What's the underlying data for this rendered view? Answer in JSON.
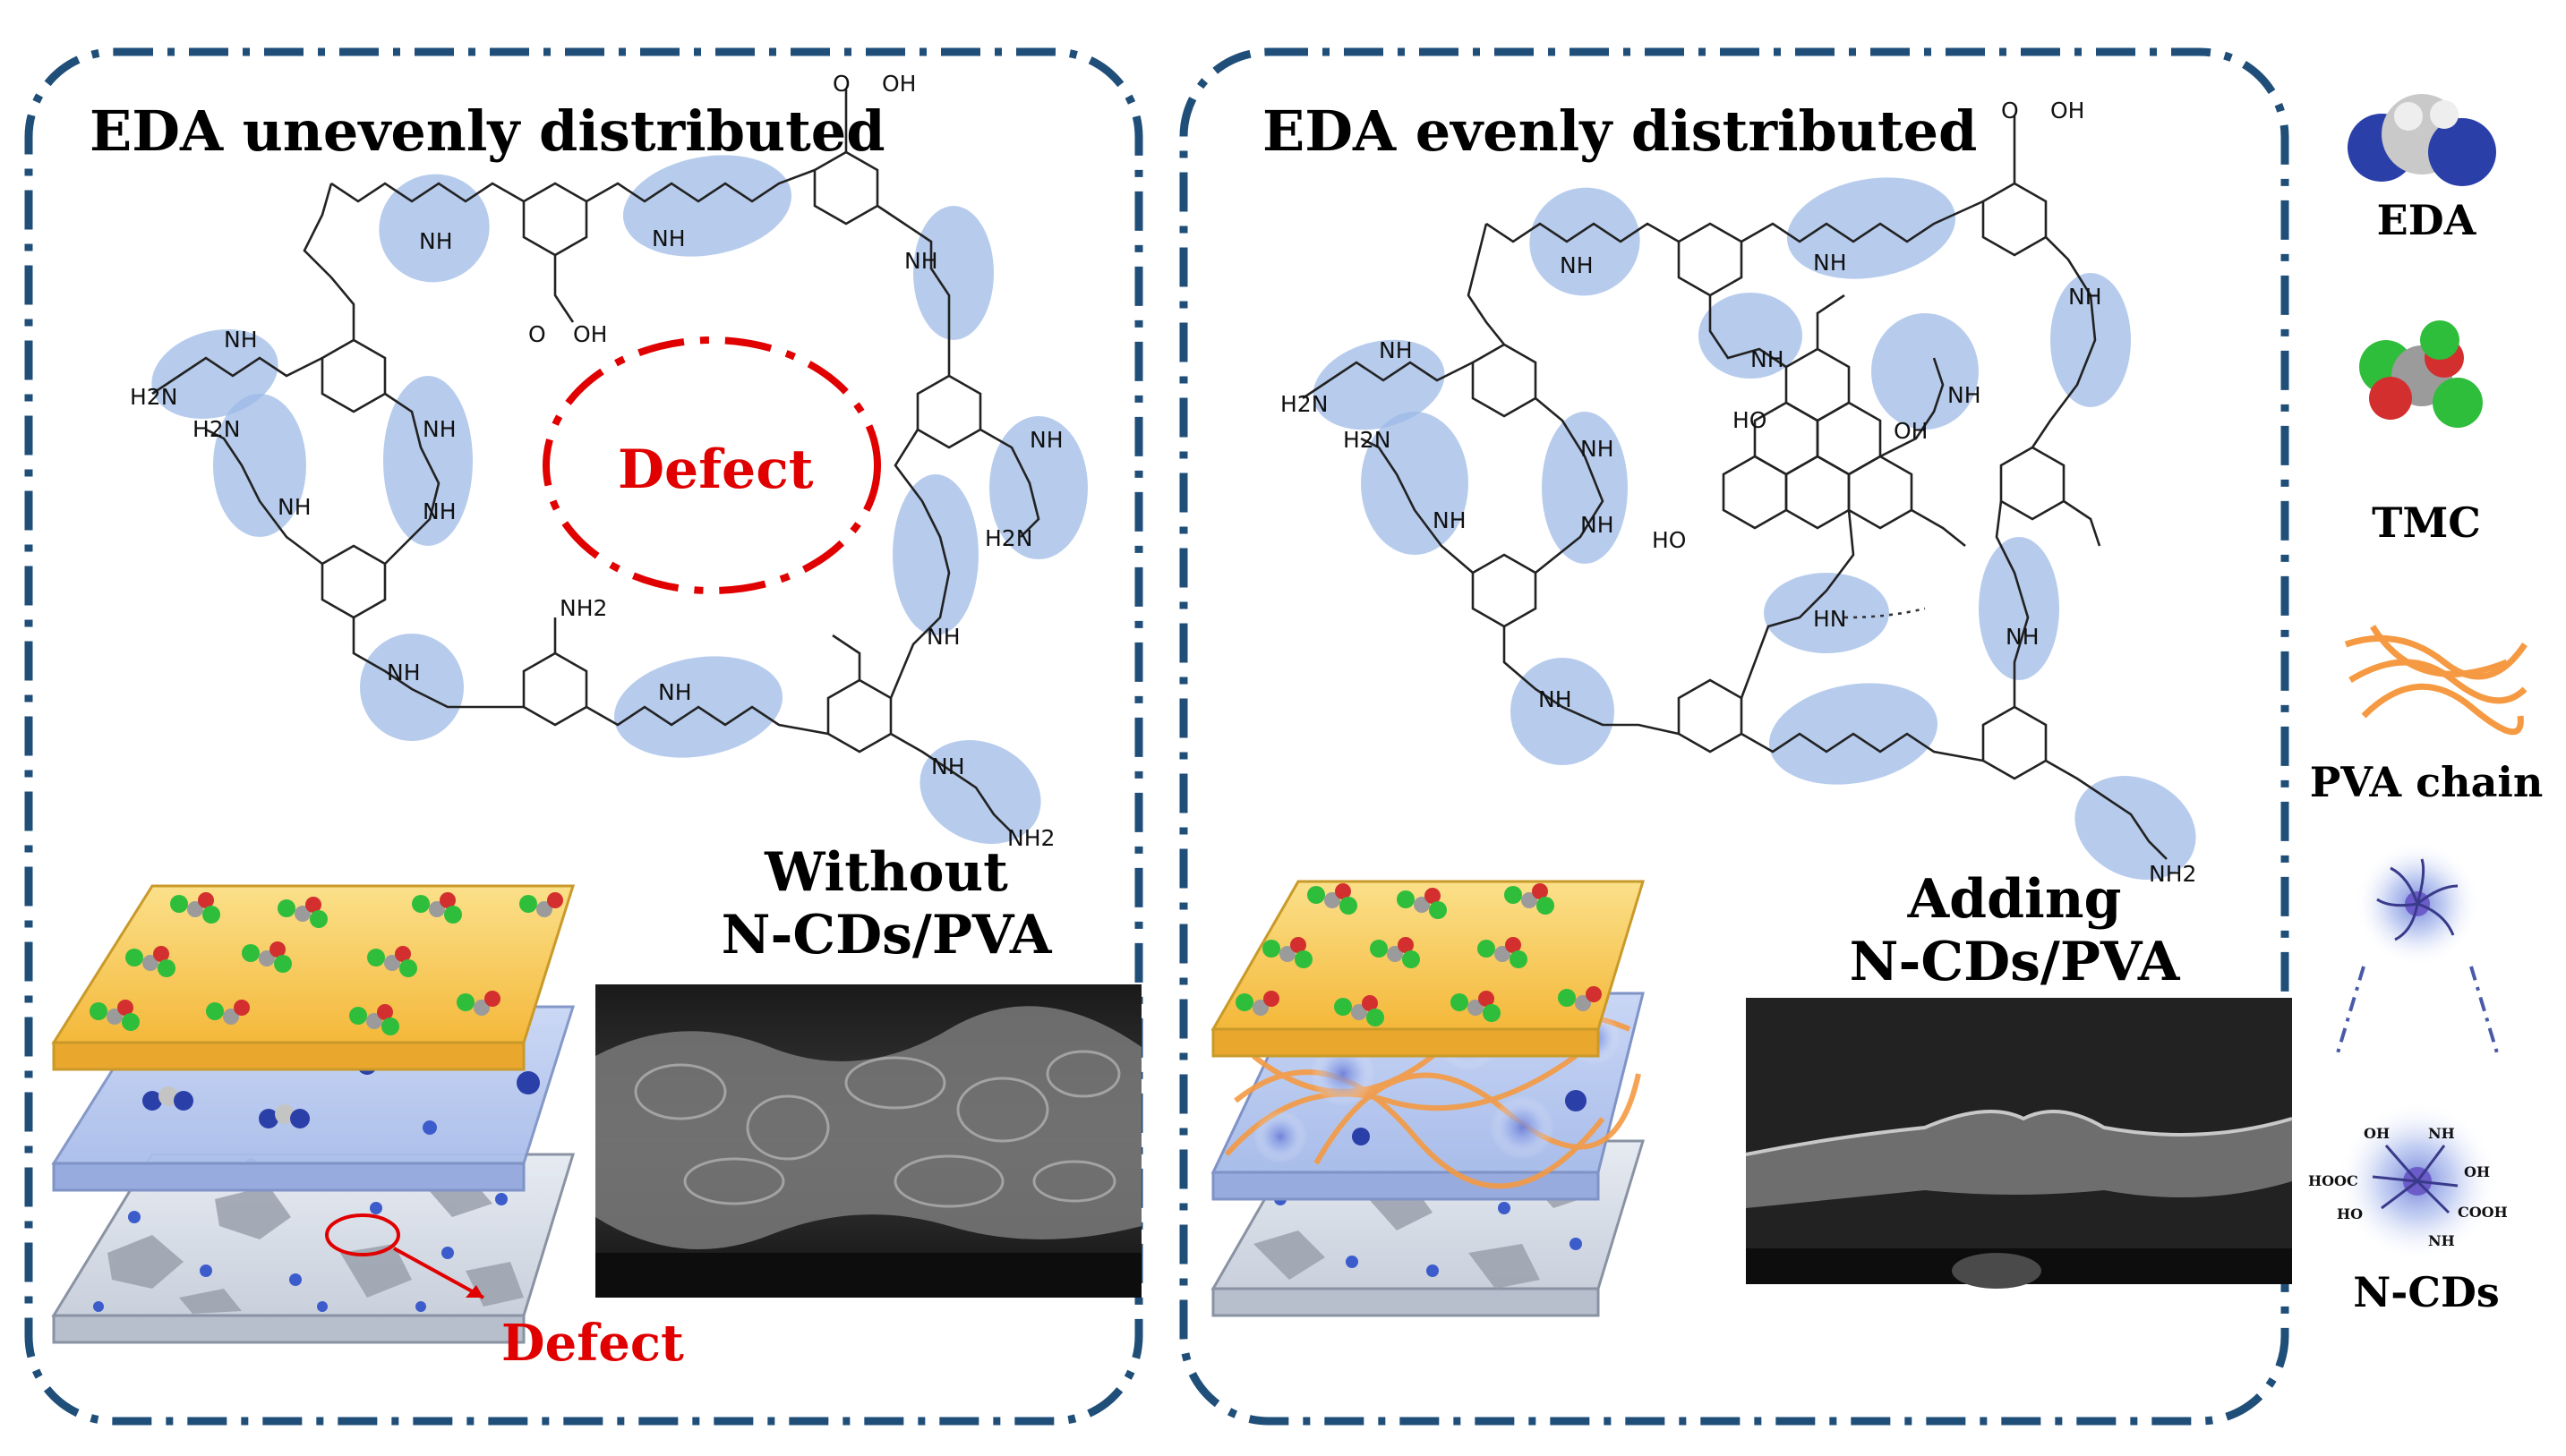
{
  "panels": {
    "left": {
      "title": "EDA unevenly distributed",
      "defect_label": "Defect",
      "caption_line1": "Without",
      "caption_line2": "N-CDs/PVA",
      "bottom_defect_label": "Defect"
    },
    "right": {
      "title": "EDA evenly distributed",
      "caption_line1": "Adding",
      "caption_line2": "N-CDs/PVA"
    }
  },
  "legend": {
    "eda": "EDA",
    "tmc": "TMC",
    "pva": "PVA chain",
    "ncds": "N-CDs",
    "ncd_groups": {
      "oh_top": "OH",
      "nh2_top": "NH",
      "hooc": "HOOC",
      "oh_right": "OH",
      "ho": "HO",
      "cooh": "COOH",
      "nh2_bottom": "NH"
    }
  },
  "chem_labels": {
    "l_oh1": "O",
    "l_oh1b": "OH",
    "l_oh2": "O",
    "l_oh2b": "OH",
    "l_h2n1": "H2N",
    "l_h2n2": "H2N",
    "l_h2n3": "H2N",
    "l_nh2a": "NH2",
    "l_nh2b": "NH2",
    "l_nh_a": "NH",
    "l_nh_b": "NH",
    "l_nh_c": "NH",
    "l_nh_d": "NH",
    "l_nh_e": "NH",
    "l_nh_f": "NH",
    "l_nh_g": "NH",
    "l_nh_h": "NH",
    "l_nh_i": "NH",
    "l_nh_j": "NH",
    "l_nh_k": "NH",
    "l_nh_l": "NH",
    "r_oh1": "O",
    "r_oh1b": "OH",
    "r_h2n1": "H2N",
    "r_h2n2": "H2N",
    "r_nh2a": "NH2",
    "r_ho1": "HO",
    "r_oh2": "OH",
    "r_ho2": "HO",
    "r_nh_a": "NH",
    "r_nh_b": "NH",
    "r_nh_c": "NH",
    "r_nh_d": "NH",
    "r_nh_e": "NH",
    "r_nh_f": "NH",
    "r_nh_g": "NH",
    "r_nh_h": "NH",
    "r_nh_i": "NH",
    "r_nh_j": "NH",
    "r_hn_k": "HN",
    "r_nh_l": "NH"
  },
  "colors": {
    "frame": "#1f4e79",
    "defect": "#e00000",
    "amine_highlight": "#9bb8e6",
    "pva": "#f59a42",
    "tmc_layer": "#f4c24a",
    "eda_layer": "#b8c8ee",
    "support_layer": "#d7dde6"
  }
}
